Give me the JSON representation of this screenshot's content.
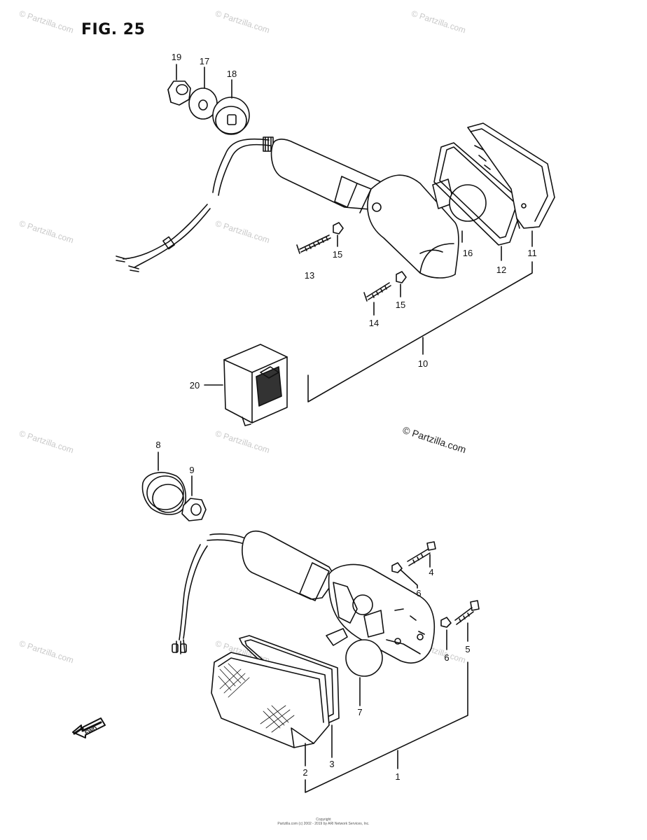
{
  "figure": {
    "title": "FIG. 25",
    "copyright": "© Partzilla.com",
    "watermark": "© Partzilla.com",
    "footer_line1": "Copyright",
    "footer_line2": "Partzilla.com (c) 2002 - 2019 by ARI Network Services, Inc.",
    "fwd_label": "FWD"
  },
  "callouts": {
    "c1": "1",
    "c2": "2",
    "c3": "3",
    "c4": "4",
    "c5": "5",
    "c6a": "6",
    "c6b": "6",
    "c7": "7",
    "c8": "8",
    "c9": "9",
    "c10": "10",
    "c11": "11",
    "c12": "12",
    "c13": "13",
    "c14": "14",
    "c15a": "15",
    "c15b": "15",
    "c16": "16",
    "c17": "17",
    "c18": "18",
    "c19": "19",
    "c20": "20"
  }
}
